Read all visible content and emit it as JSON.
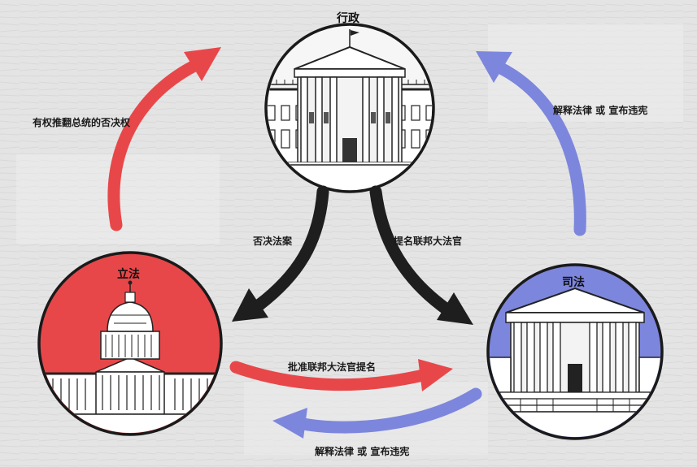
{
  "branches": {
    "executive": "行政",
    "legislative": "立法",
    "judicial": "司法"
  },
  "arrows": {
    "legislative_to_executive": "有权推翻总统的否决权",
    "judicial_to_executive": "解释法律 或 宣布违宪",
    "executive_to_legislative": "否决法案",
    "executive_to_judicial": "提名联邦大法官",
    "legislative_to_judicial": "批准联邦大法官提名",
    "judicial_to_legislative": "解释法律 或 宣布违宪"
  },
  "colors": {
    "legislative": "#e8474a",
    "judicial": "#7d86dd",
    "executive": "#1e1e1e",
    "background": "#e4e4e4"
  }
}
